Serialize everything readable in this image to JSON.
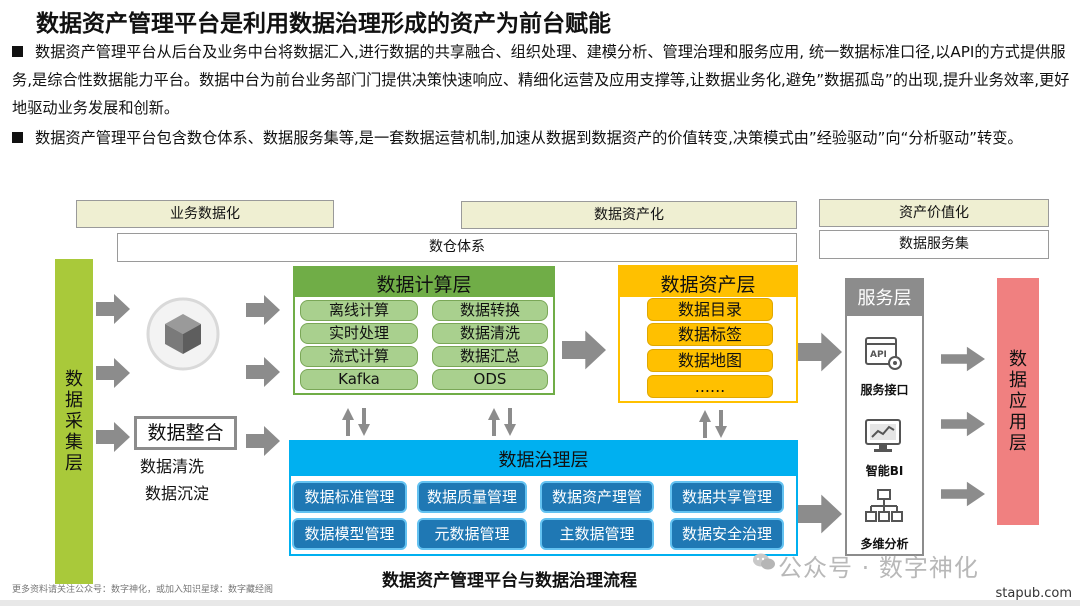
{
  "title": "数据资产管理平台是利用数据治理形成的资产为前台赋能",
  "paragraphs": [
    "数据资产管理平台从后台及业务中台将数据汇入,进行数据的共享融合、组织处理、建模分析、管理治理和服务应用, 统一数据标准口径,以API的方式提供服务,是综合性数据能力平台。数据中台为前台业务部门门提供决策快速响应、精细化运营及应用支撑等,让数据业务化,避免”数据孤岛”的出现,提升业务效率,更好地驱动业务发展和创新。",
    "数据资产管理平台包含数仓体系、数据服务集等,是一套数据运营机制,加速从数据到数据资产的价值转变,决策模式由”经验驱动”向“分析驱动”转变。"
  ],
  "bands": {
    "business": "业务数据化",
    "asset": "数据资产化",
    "value": "资产价值化",
    "warehouse": "数仓体系",
    "service_set": "数据服务集"
  },
  "collection_layer": [
    "数",
    "据",
    "采",
    "集",
    "层"
  ],
  "application_layer": [
    "数",
    "据",
    "应",
    "用",
    "层"
  ],
  "integration": {
    "title": "数据整合",
    "items": [
      "数据清洗",
      "数据沉淀"
    ]
  },
  "compute_layer": {
    "title": "数据计算层",
    "left": [
      "离线计算",
      "实时处理",
      "流式计算",
      "Kafka"
    ],
    "right": [
      "数据转换",
      "数据清洗",
      "数据汇总",
      "ODS"
    ]
  },
  "asset_layer": {
    "title": "数据资产层",
    "items": [
      "数据目录",
      "数据标签",
      "数据地图",
      "......"
    ]
  },
  "governance_layer": {
    "title": "数据治理层",
    "row1": [
      "数据标准管理",
      "数据质量管理",
      "数据资产理管",
      "数据共享管理"
    ],
    "row2": [
      "数据模型管理",
      "元数据管理",
      "主数据管理",
      "数据安全治理"
    ]
  },
  "service_layer": {
    "title": "服务层",
    "items": [
      "服务接口",
      "智能BI",
      "多维分析"
    ]
  },
  "caption": "数据资产管理平台与数据治理流程",
  "footnote": "更多资料请关注公众号：数字神化，或加入知识星球：数字藏经阁",
  "watermark": "公众号 · 数字神化",
  "site": "stapub.com",
  "colors": {
    "collection_bar": "#a9c93a",
    "compute_header": "#70ad47",
    "compute_pill": "#a9d08e",
    "asset_header": "#ffc000",
    "asset_pill": "#ffc000",
    "governance_header": "#00b0f0",
    "governance_pill": "#1f78b4",
    "service_header": "#8c8c8c",
    "application_bar": "#f08080",
    "arrow": "#8c8c8c"
  }
}
